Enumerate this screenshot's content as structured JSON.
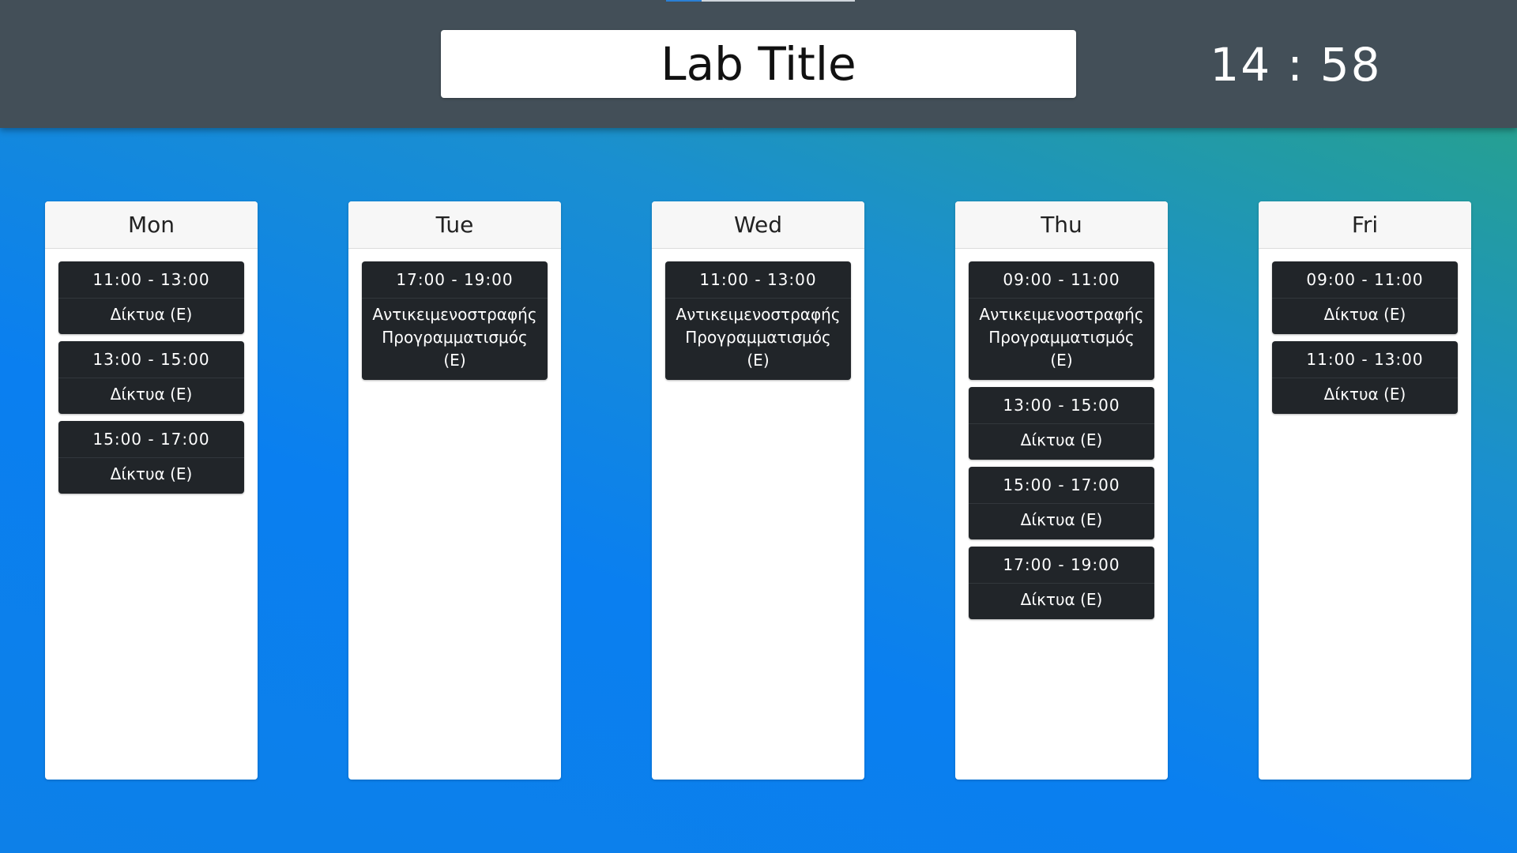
{
  "header": {
    "title": "Lab Title",
    "clock": {
      "hours": "14",
      "separator": ":",
      "minutes": "58"
    }
  },
  "colors": {
    "topbar": "#434f58",
    "slot_bg": "#212529",
    "gradient_start": "#2aa67c",
    "gradient_end": "#0a7ff0"
  },
  "days": [
    {
      "name": "Mon",
      "slots": [
        {
          "time": "11:00 - 13:00",
          "course": "Δίκτυα (Ε)"
        },
        {
          "time": "13:00 - 15:00",
          "course": "Δίκτυα (Ε)"
        },
        {
          "time": "15:00 - 17:00",
          "course": "Δίκτυα (Ε)"
        }
      ]
    },
    {
      "name": "Tue",
      "slots": [
        {
          "time": "17:00 - 19:00",
          "course": "Αντικειμενοστραφής Προγραμματισμός (Ε)"
        }
      ]
    },
    {
      "name": "Wed",
      "slots": [
        {
          "time": "11:00 - 13:00",
          "course": "Αντικειμενοστραφής Προγραμματισμός (Ε)"
        }
      ]
    },
    {
      "name": "Thu",
      "slots": [
        {
          "time": "09:00 - 11:00",
          "course": "Αντικειμενοστραφής Προγραμματισμός (Ε)"
        },
        {
          "time": "13:00 - 15:00",
          "course": "Δίκτυα (Ε)"
        },
        {
          "time": "15:00 - 17:00",
          "course": "Δίκτυα (Ε)"
        },
        {
          "time": "17:00 - 19:00",
          "course": "Δίκτυα (Ε)"
        }
      ]
    },
    {
      "name": "Fri",
      "slots": [
        {
          "time": "09:00 - 11:00",
          "course": "Δίκτυα (Ε)"
        },
        {
          "time": "11:00 - 13:00",
          "course": "Δίκτυα (Ε)"
        }
      ]
    }
  ]
}
